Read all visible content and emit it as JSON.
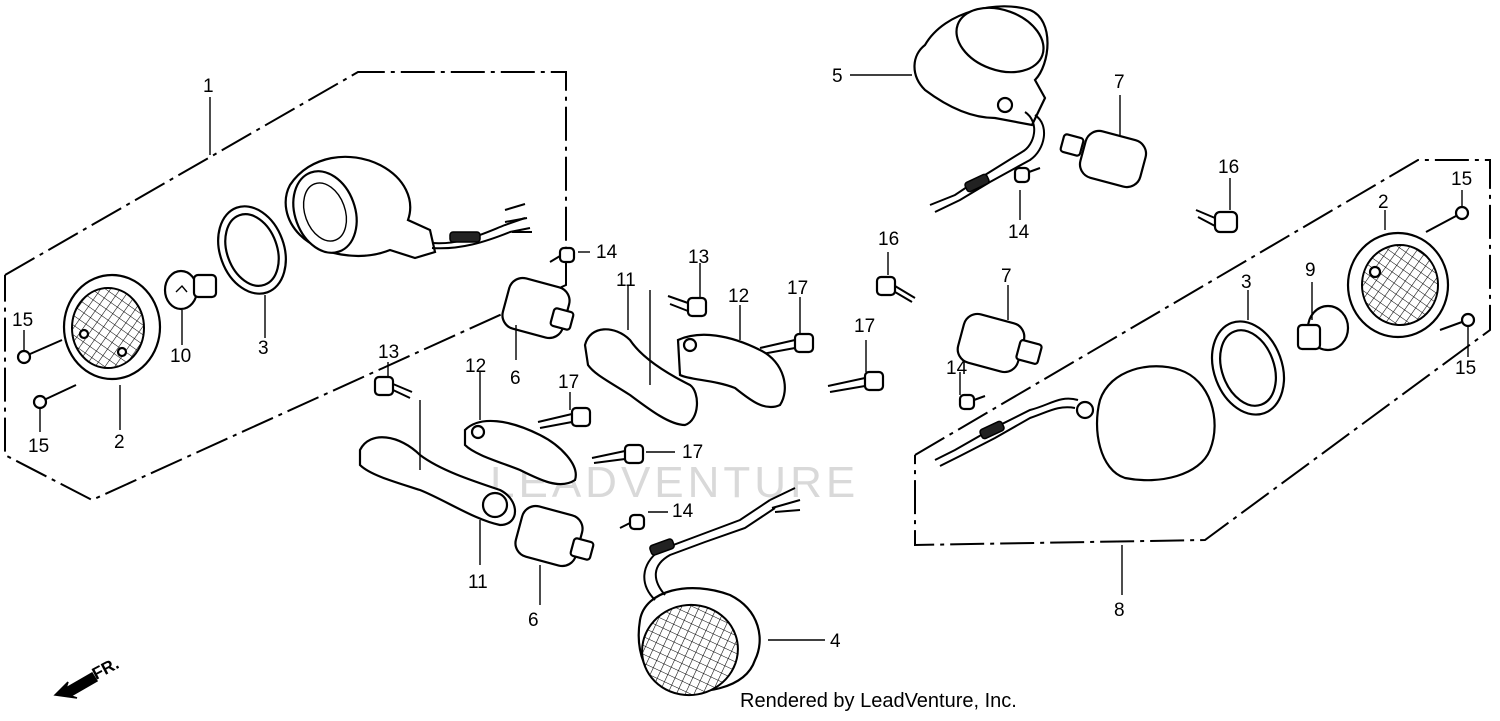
{
  "callouts": [
    "1",
    "2",
    "3",
    "4",
    "5",
    "6",
    "7",
    "8",
    "9",
    "10",
    "11",
    "12",
    "13",
    "14",
    "15",
    "16",
    "17"
  ],
  "direction_label": "FR.",
  "watermark": "LEADVENTURE",
  "credit": "Rendered by LeadVenture, Inc."
}
